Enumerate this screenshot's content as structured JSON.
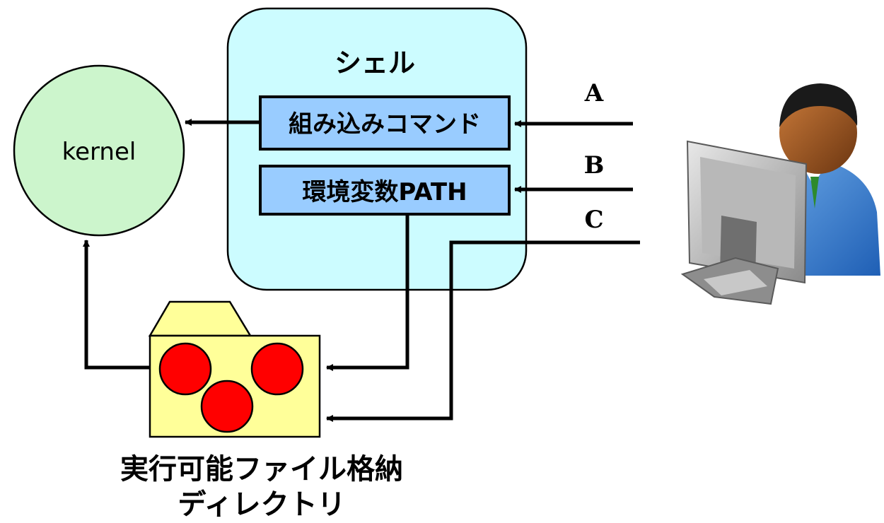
{
  "kernel": {
    "label": "kernel"
  },
  "shell": {
    "title": "シェル",
    "builtin_commands": "組み込みコマンド",
    "env_path": "環境変数PATH"
  },
  "paths": {
    "a": "A",
    "b": "B",
    "c": "C"
  },
  "directory": {
    "line1": "実行可能ファイル格納",
    "line2": "ディレクトリ"
  },
  "colors": {
    "kernel_fill": "#ccf5cc",
    "shell_fill": "#ccfcff",
    "box_fill": "#99ccff",
    "folder_fill": "#ffff99",
    "file_dot": "#ff0000",
    "arrow": "#000000"
  },
  "icons": [
    "user-at-computer-icon",
    "folder-icon",
    "file-dot-icon"
  ]
}
